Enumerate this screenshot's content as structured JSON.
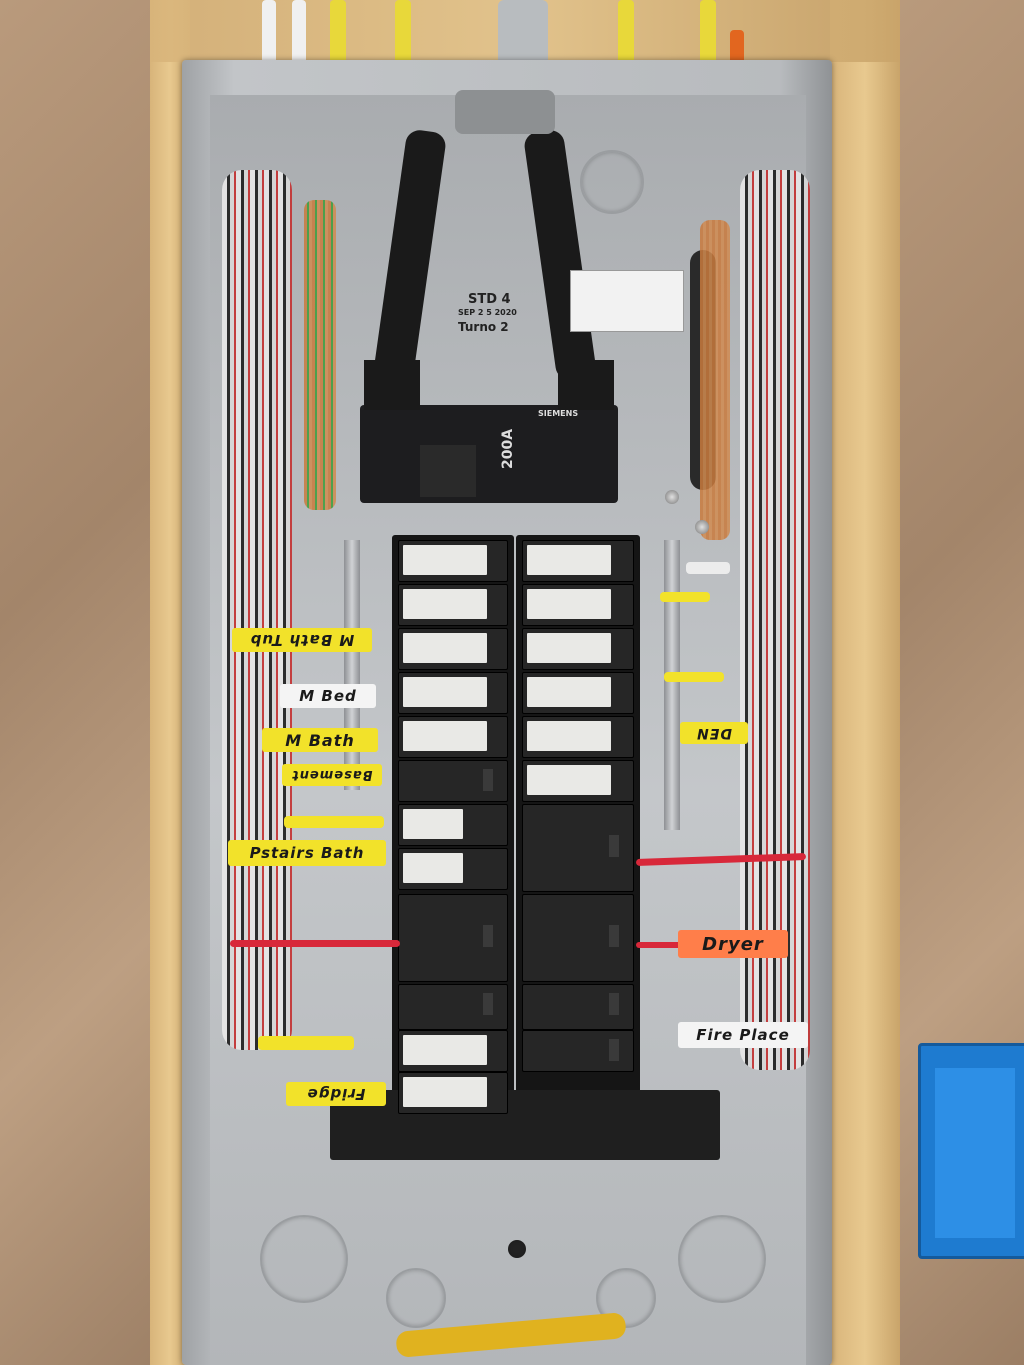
{
  "scene": "electrical-panel",
  "panel": {
    "header_stamp": {
      "line1": "STD 4",
      "line2": "SEP 2 5 2020",
      "line3": "Turno 2"
    },
    "main_breaker": {
      "brand": "SIEMENS",
      "rating": "200A"
    }
  },
  "tape_labels": [
    {
      "text": "M Bath Tub",
      "color": "#f2e22a"
    },
    {
      "text": "M Bed",
      "color": "#f4f4f4"
    },
    {
      "text": "M Bath",
      "color": "#f2e22a"
    },
    {
      "text": "Basement",
      "color": "#f2e22a"
    },
    {
      "text": "Pstairs Bath",
      "color": "#f2e22a"
    },
    {
      "text": "Fridge",
      "color": "#f2e22a"
    },
    {
      "text": "DEN",
      "color": "#f2e22a"
    },
    {
      "text": "Dryer",
      "color": "#ff7e4a"
    },
    {
      "text": "Fire Place",
      "color": "#f4f4f4"
    }
  ]
}
